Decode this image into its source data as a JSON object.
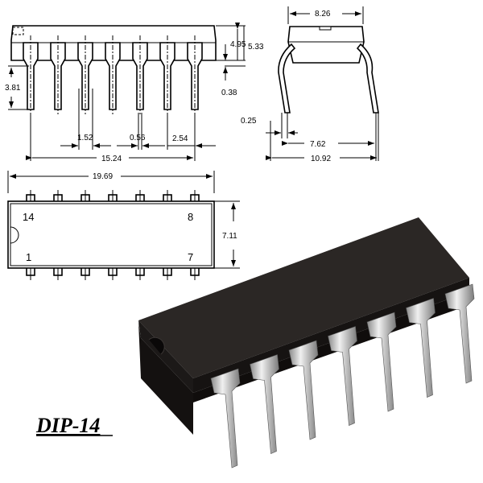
{
  "front_view": {
    "height_body": "4.95",
    "height_total": "5.33",
    "lead_length": "3.81",
    "standoff": "0.38",
    "lead_width_wide": "1.52",
    "lead_width": "0.56",
    "pitch": "2.54",
    "span": "15.24"
  },
  "side_view": {
    "body_width": "8.26",
    "lead_thickness": "0.25",
    "row_spacing": "7.62",
    "lead_spread": "10.92"
  },
  "top_view": {
    "length": "19.69",
    "width": "7.11",
    "pins": {
      "p14": "14",
      "p8": "8",
      "p1": "1",
      "p7": "7"
    }
  },
  "package_label": "DIP-14",
  "colors": {
    "body": "#262220",
    "lead": "#c8c8c8"
  }
}
